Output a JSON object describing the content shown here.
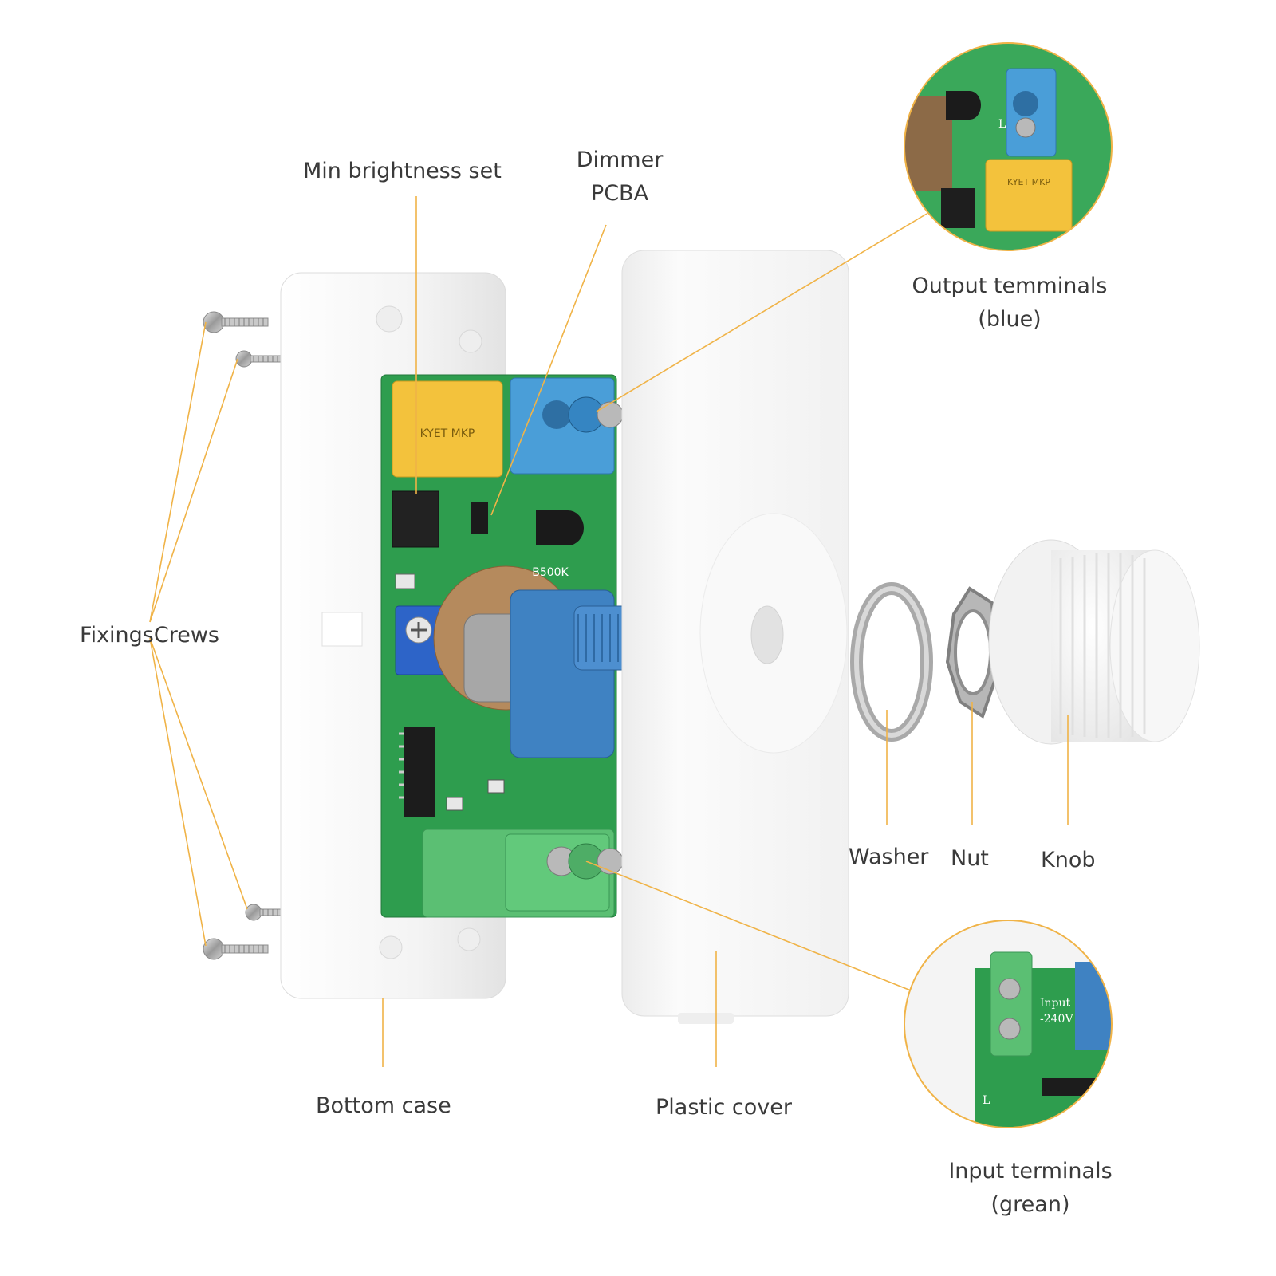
{
  "labels": {
    "min_brightness": "Min brightness set",
    "dimmer_pcba": [
      "Dimmer",
      "PCBA"
    ],
    "output_terminals": [
      "Output temminals",
      "(blue)"
    ],
    "fixing_screws": "FixingsCrews",
    "washer": "Washer",
    "nut": "Nut",
    "knob": "Knob",
    "bottom_case": "Bottom case",
    "plastic_cover": "Plastic cover",
    "input_terminals": [
      "Input terminals",
      "(grean)"
    ]
  },
  "component_markings": {
    "capacitor": "KYET MKP",
    "potentiometer": "B500K",
    "input_marking": "Input",
    "input_voltage": "-240V",
    "terminal_letter": "L"
  },
  "colors": {
    "leader_line": "#f0b347",
    "pcb_green": "#2e9d4e",
    "terminal_blue": "#4a9ed8",
    "terminal_green": "#5bbf73",
    "capacitor_yellow": "#f3c23c",
    "case_white": "#f7f7f7",
    "label_text": "#3a3a3a"
  }
}
